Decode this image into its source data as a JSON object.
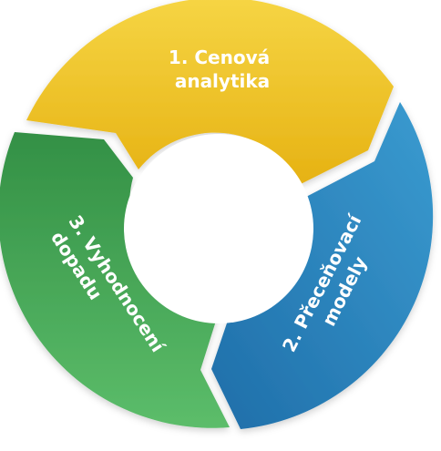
{
  "diagram": {
    "type": "cycle",
    "segments": [
      {
        "number": "1.",
        "lines": [
          "1. Cenová",
          "analytika"
        ],
        "color": "#f1c21c",
        "color_light": "#f6d544",
        "color_dark": "#e6b213"
      },
      {
        "number": "2.",
        "lines": [
          "2. Přeceňovací",
          "modely"
        ],
        "color": "#2f86bf",
        "color_light": "#3a9bd0",
        "color_dark": "#1f6ea9"
      },
      {
        "number": "3.",
        "lines": [
          "3. Vyhodnocení",
          "dopadu"
        ],
        "color": "#46a853",
        "color_light": "#5cbd6a",
        "color_dark": "#339045"
      }
    ],
    "text_color": "#ffffff",
    "center_color": "#ffffff"
  }
}
